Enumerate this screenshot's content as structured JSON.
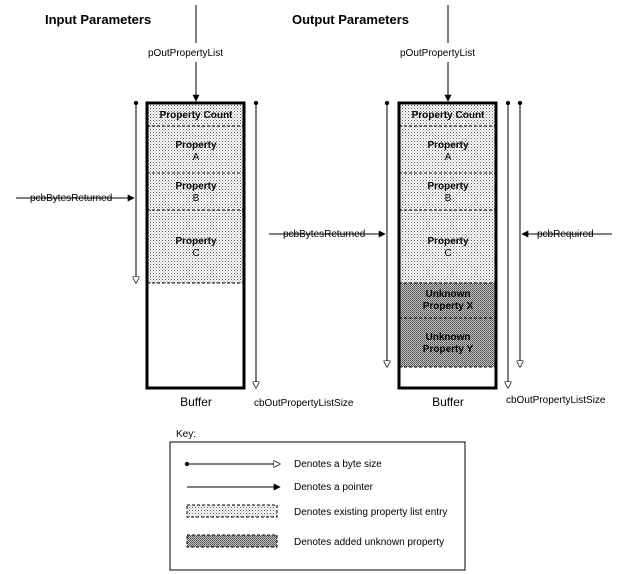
{
  "headers": {
    "input": "Input Parameters",
    "output": "Output Parameters"
  },
  "input_side": {
    "pointer_label": "pOutPropertyList",
    "bytes_returned_label": "pcbBytesReturned",
    "buffer_label": "Buffer",
    "size_label": "cbOutPropertyListSize",
    "entries": {
      "count": "Property Count",
      "a_line1": "Property",
      "a_line2": "A",
      "b_line1": "Property",
      "b_line2": "B",
      "c_line1": "Property",
      "c_line2": "C"
    }
  },
  "output_side": {
    "pointer_label": "pOutPropertyList",
    "bytes_returned_label": "pcbBytesReturned",
    "required_label": "pcbRequired",
    "buffer_label": "Buffer",
    "size_label": "cbOutPropertyListSize",
    "entries": {
      "count": "Property Count",
      "a_line1": "Property",
      "a_line2": "A",
      "b_line1": "Property",
      "b_line2": "B",
      "c_line1": "Property",
      "c_line2": "C",
      "x_line1": "Unknown",
      "x_line2": "Property X",
      "y_line1": "Unknown",
      "y_line2": "Property Y"
    }
  },
  "key": {
    "title": "Key:",
    "byte_size": "Denotes a byte size",
    "pointer": "Denotes a pointer",
    "existing_entry": "Denotes existing property list entry",
    "unknown_property": "Denotes added unknown property"
  }
}
